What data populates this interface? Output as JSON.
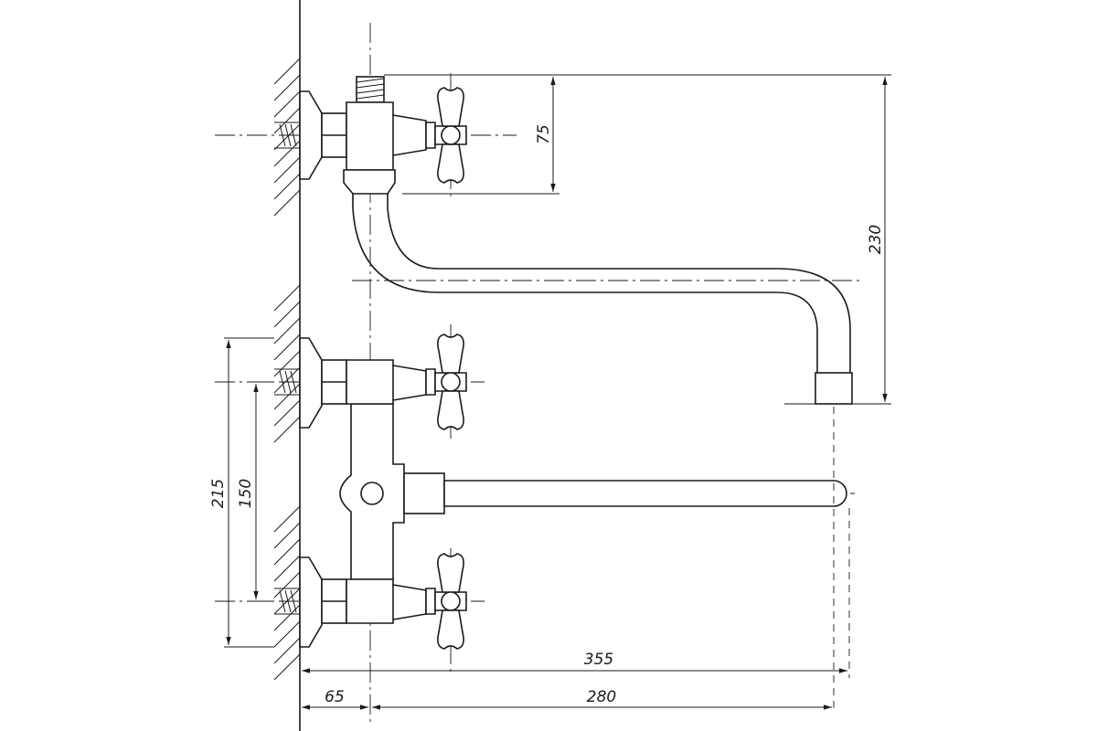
{
  "dimensions": {
    "d75": "75",
    "d230": "230",
    "d215": "215",
    "d150": "150",
    "d355": "355",
    "d65": "65",
    "d280": "280"
  }
}
